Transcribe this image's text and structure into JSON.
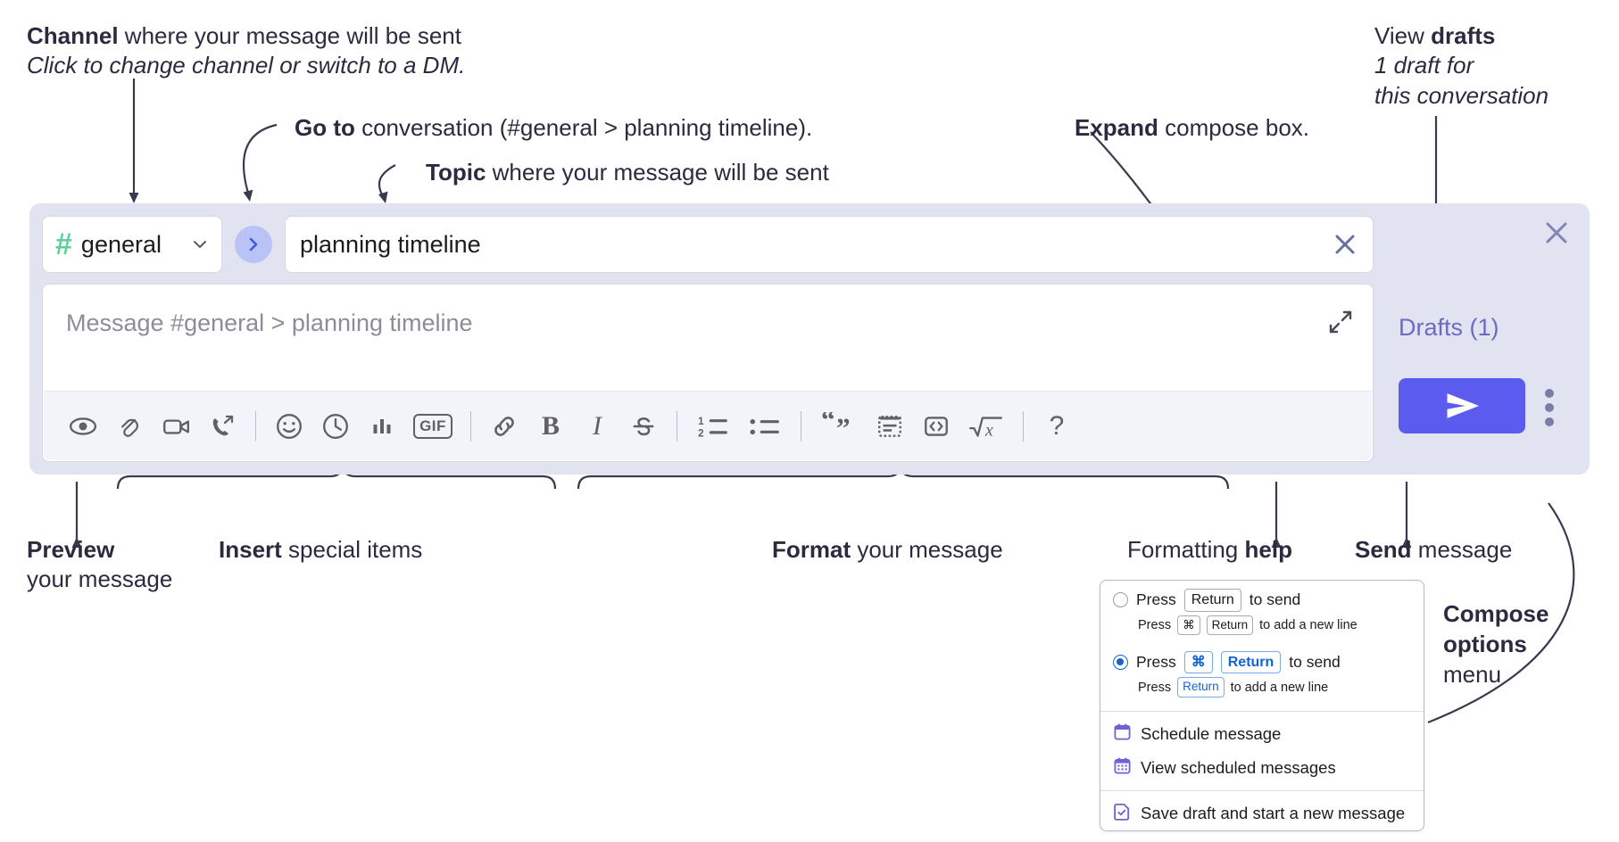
{
  "annotations": [
    {
      "id": "ann-channel",
      "bold": "Channel",
      "rest": " where your message will be sent",
      "italic": "Click to change channel or switch to a DM."
    },
    {
      "id": "ann-goto",
      "bold": "Go to",
      "rest": " conversation (#general > planning timeline)."
    },
    {
      "id": "ann-topic",
      "bold": "Topic",
      "rest": " where your message will be sent"
    },
    {
      "id": "ann-expand",
      "bold": "Expand",
      "rest": " compose box."
    },
    {
      "id": "ann-drafts",
      "lead": "View ",
      "bold": "drafts",
      "italic1": "1 draft for",
      "italic2": "this conversation"
    },
    {
      "id": "ann-preview",
      "bold": "Preview",
      "line2": "your message"
    },
    {
      "id": "ann-insert",
      "bold": "Insert",
      "rest": " special items"
    },
    {
      "id": "ann-format",
      "bold": "Format",
      "rest": " your message"
    },
    {
      "id": "ann-help",
      "lead": "Formatting ",
      "bold": "help"
    },
    {
      "id": "ann-send",
      "bold": "Send",
      "rest": " message"
    },
    {
      "id": "ann-compose",
      "bold1": "Compose",
      "bold2": "options",
      "rest": "menu"
    }
  ],
  "compose": {
    "channel": {
      "hash": "#",
      "name": "general"
    },
    "goto_label": "go-to-conversation",
    "topic": {
      "value": "planning timeline"
    },
    "message": {
      "placeholder": "Message #general > planning timeline"
    },
    "toolbar": [
      {
        "name": "preview-icon",
        "kind": "icon"
      },
      {
        "name": "attachment-icon",
        "kind": "icon"
      },
      {
        "name": "video-icon",
        "kind": "icon"
      },
      {
        "name": "huddle-icon",
        "kind": "icon"
      },
      {
        "name": "divider",
        "kind": "sep"
      },
      {
        "name": "emoji-icon",
        "kind": "icon"
      },
      {
        "name": "clock-icon",
        "kind": "icon"
      },
      {
        "name": "poll-icon",
        "kind": "icon"
      },
      {
        "name": "gif-icon",
        "kind": "text",
        "label": "GIF"
      },
      {
        "name": "divider",
        "kind": "sep"
      },
      {
        "name": "link-icon",
        "kind": "icon"
      },
      {
        "name": "bold-icon",
        "kind": "text",
        "label": "B"
      },
      {
        "name": "italic-icon",
        "kind": "text",
        "label": "I"
      },
      {
        "name": "strikethrough-icon",
        "kind": "icon"
      },
      {
        "name": "divider",
        "kind": "sep"
      },
      {
        "name": "ordered-list-icon",
        "kind": "icon"
      },
      {
        "name": "bulleted-list-icon",
        "kind": "icon"
      },
      {
        "name": "divider",
        "kind": "sep"
      },
      {
        "name": "blockquote-icon",
        "kind": "icon"
      },
      {
        "name": "code-block-icon",
        "kind": "icon"
      },
      {
        "name": "code-icon",
        "kind": "icon"
      },
      {
        "name": "math-icon",
        "kind": "icon"
      },
      {
        "name": "divider",
        "kind": "sep"
      },
      {
        "name": "help-icon",
        "kind": "text",
        "label": "?"
      }
    ],
    "drafts_label": "Drafts (1)",
    "send_label": "send-message",
    "kebab_label": "compose-options"
  },
  "popup": {
    "options": [
      {
        "selected": false,
        "main_pre": "Press ",
        "main_keys": [
          "Return"
        ],
        "main_post": " to send",
        "sub_pre": "Press ",
        "sub_keys": [
          "⌘",
          "Return"
        ],
        "sub_post": " to add a new line"
      },
      {
        "selected": true,
        "main_pre": "Press ",
        "main_keys": [
          "⌘",
          "Return"
        ],
        "main_post": " to send",
        "sub_pre": "Press ",
        "sub_keys": [
          "Return"
        ],
        "sub_post": " to add a new line"
      }
    ],
    "items": [
      {
        "icon": "calendar-icon",
        "label": "Schedule message"
      },
      {
        "icon": "calendar-grid-icon",
        "label": "View scheduled messages"
      },
      {
        "icon": "save-draft-icon",
        "label": "Save draft and start a new message"
      }
    ]
  },
  "colors": {
    "panel_bg": "#e2e3f0",
    "send_purple": "#5b5bf0",
    "hash_green": "#5ed09b",
    "drafts_purple": "#6b6bc4",
    "goto_blue": "#b9c3f5",
    "radio_blue": "#1264d4"
  }
}
